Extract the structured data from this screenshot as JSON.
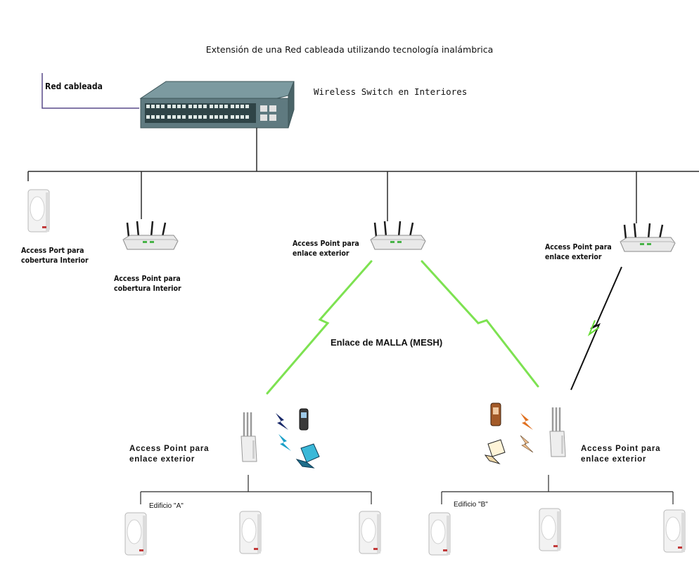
{
  "title": "Extensión de una Red cableada utilizando tecnología inalámbrica",
  "wired_network": "Red cableada",
  "switch_label": "Wireless Switch en Interiores",
  "top_devices": [
    {
      "name": "access-port-indoor",
      "label_line1": "Access Port para",
      "label_line2": "cobertura Interior"
    },
    {
      "name": "access-point-indoor",
      "label_line1": "Access Point para",
      "label_line2": "cobertura Interior"
    },
    {
      "name": "access-point-exterior-center",
      "label_line1": "Access Point para",
      "label_line2": "enlace exterior"
    },
    {
      "name": "access-point-exterior-right",
      "label_line1": "Access Point para",
      "label_line2": "enlace exterior"
    }
  ],
  "mesh_label": "Enlace de MALLA (MESH)",
  "building_a": {
    "ap_label_line1": "Access Point para",
    "ap_label_line2": "enlace exterior",
    "building_label": "Edificio \"A\""
  },
  "building_b": {
    "ap_label_line1": "Access Point para",
    "ap_label_line2": "enlace exterior",
    "building_label": "Edificio \"B\""
  },
  "icons": [
    "switch-icon",
    "access-port-icon",
    "access-point-icon",
    "outdoor-access-point-icon",
    "cell-phone-icon",
    "laptop-icon",
    "lightning-icon"
  ],
  "colors": {
    "mesh_link": "#66dd33",
    "wired_line": "#2b2b2b",
    "wired_uplink": "#5a4a8a",
    "switch_body": "#5f7a80"
  }
}
